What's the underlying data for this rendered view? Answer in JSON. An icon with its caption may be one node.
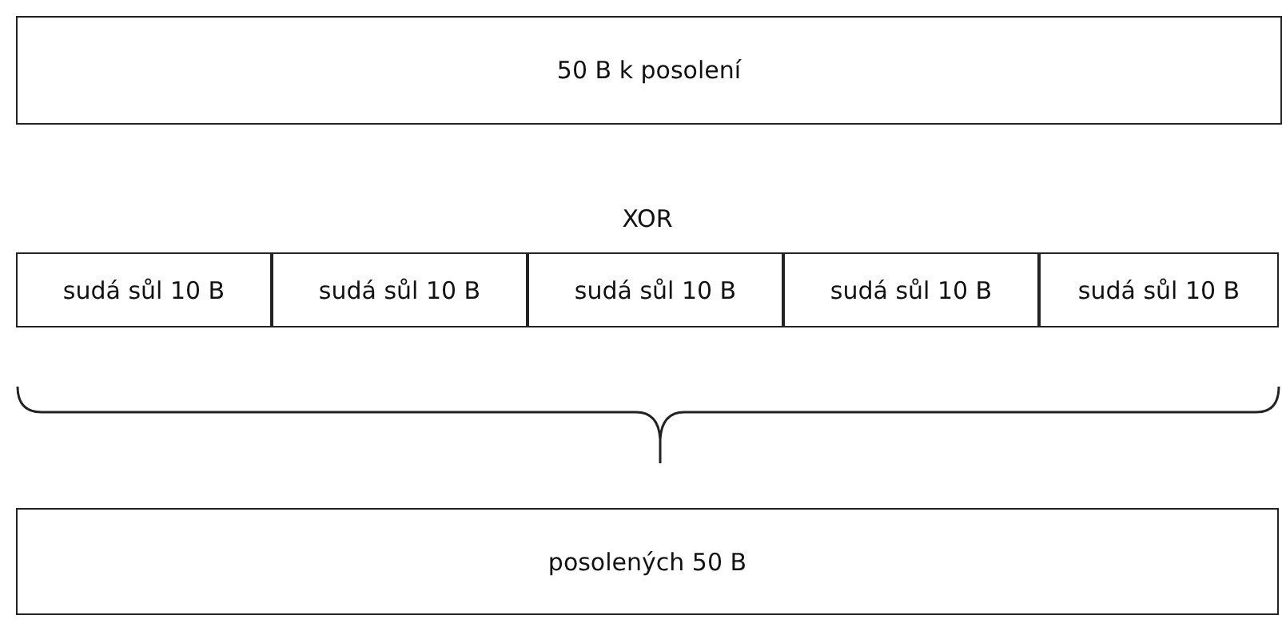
{
  "diagram": {
    "nodes": [
      {
        "text": [
          "50 B k posolení"
        ]
      },
      {
        "text": [
          "sudá sůl 10 B"
        ]
      },
      {
        "text": [
          "sudá sůl 10 B"
        ]
      },
      {
        "text": [
          "sudá sůl 10 B"
        ]
      },
      {
        "text": [
          "sudá sůl 10 B"
        ]
      },
      {
        "text": [
          "sudá sůl 10 B"
        ]
      },
      {
        "text": [
          "posolených 50 B"
        ]
      }
    ],
    "labels": [
      "XOR"
    ]
  }
}
